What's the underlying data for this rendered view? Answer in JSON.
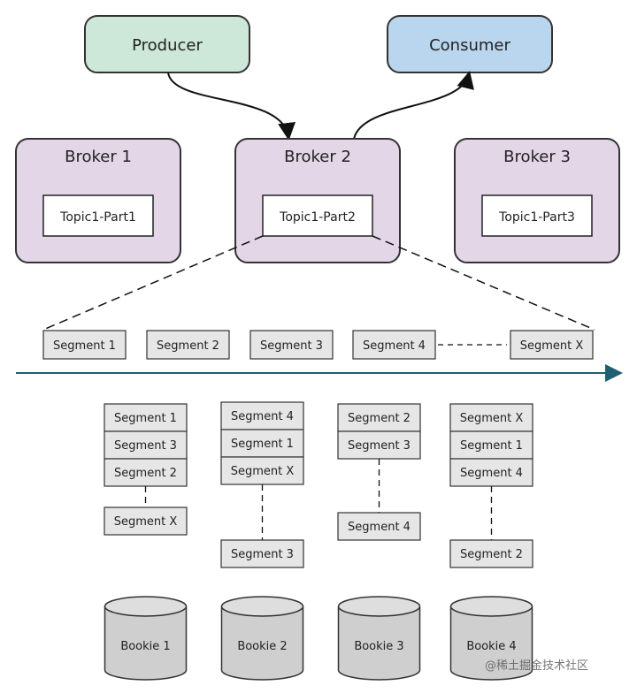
{
  "producer": {
    "label": "Producer",
    "color": "#cde8d8"
  },
  "consumer": {
    "label": "Consumer",
    "color": "#b9d6ee"
  },
  "broker_color": "#e3d6e6",
  "brokers": [
    {
      "label": "Broker 1",
      "partition": "Topic1-Part1"
    },
    {
      "label": "Broker 2",
      "partition": "Topic1-Part2"
    },
    {
      "label": "Broker 3",
      "partition": "Topic1-Part3"
    }
  ],
  "timeline_segments": [
    "Segment 1",
    "Segment 2",
    "Segment 3",
    "Segment 4",
    "Segment X"
  ],
  "bookie_columns": [
    {
      "top": [
        "Segment 1",
        "Segment 3",
        "Segment 2"
      ],
      "bottom": "Segment X",
      "bookie": "Bookie 1"
    },
    {
      "top": [
        "Segment 4",
        "Segment 1",
        "Segment X"
      ],
      "bottom": "Segment 3",
      "bookie": "Bookie 2"
    },
    {
      "top": [
        "Segment 2",
        "Segment 3"
      ],
      "bottom": "Segment 4",
      "bookie": "Bookie 3"
    },
    {
      "top": [
        "Segment X",
        "Segment 1",
        "Segment 4"
      ],
      "bottom": "Segment 2",
      "bookie": "Bookie 4"
    }
  ],
  "segment_color": "#e6e6e6",
  "bookie_color": "#cfcfcf",
  "timeline_color": "#1f5f73",
  "watermark": "@稀土掘金技术社区"
}
